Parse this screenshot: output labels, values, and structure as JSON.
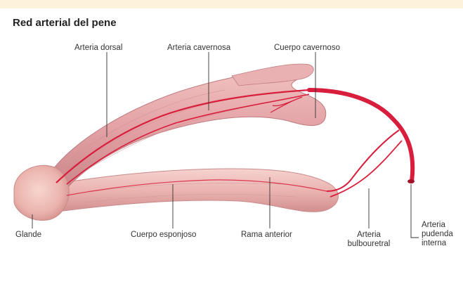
{
  "title": "Red arterial del pene",
  "labels": {
    "arteria_dorsal": "Arteria dorsal",
    "arteria_cavernosa": "Arteria cavernosa",
    "cuerpo_cavernoso": "Cuerpo cavernoso",
    "glande": "Glande",
    "cuerpo_esponjoso": "Cuerpo esponjoso",
    "rama_anterior": "Rama anterior",
    "arteria_bulbouretral_1": "Arteria",
    "arteria_bulbouretral_2": "bulbouretral",
    "arteria_pudenda_1": "Arteria",
    "arteria_pudenda_2": "pudenda",
    "arteria_pudenda_3": "interna"
  },
  "colors": {
    "artery": "#d81e3c",
    "tissue": "#e9a8aa",
    "tissue_dark": "#c98588",
    "tissue_light": "#f4cfcd",
    "leader": "#333333",
    "band": "#fdf3dc"
  }
}
